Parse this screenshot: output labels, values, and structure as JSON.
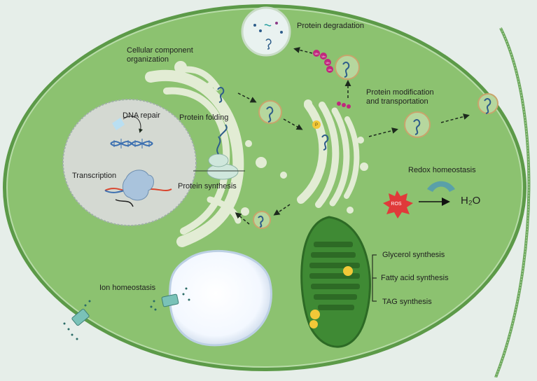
{
  "labels": {
    "protein_degradation": "Protein degradation",
    "cellular_component_line1": "Cellular component",
    "cellular_component_line2": "organization",
    "protein_modification_line1": "Protein modification",
    "protein_modification_line2": "and transportation",
    "dna_repair": "DNA repair",
    "protein_folding": "Protein folding",
    "transcription": "Transcription",
    "protein_synthesis": "Protein synthesis",
    "redox_homeostasis": "Redox homeostasis",
    "ros": "ROS",
    "water": "H₂O",
    "glycerol_synthesis": "Glycerol synthesis",
    "fatty_acid_synthesis": "Fatty acid synthesis",
    "tag_synthesis": "TAG synthesis",
    "ion_homeostasis": "Ion homeostasis",
    "ub": "Ub",
    "phosphate": "P"
  },
  "colors": {
    "background": "#e6eee9",
    "cell_wall": "#5c9a48",
    "cytoplasm": "#8cc270",
    "nucleus": "#d4d9d2",
    "er_golgi": "#d6e3c5",
    "vacuole": "#f7fbff",
    "chloroplast": "#3f8a34",
    "protein": "#2e5d8a",
    "ubiquitin": "#c0287d",
    "ros": "#e03a3a",
    "lipid": "#f2c838"
  }
}
